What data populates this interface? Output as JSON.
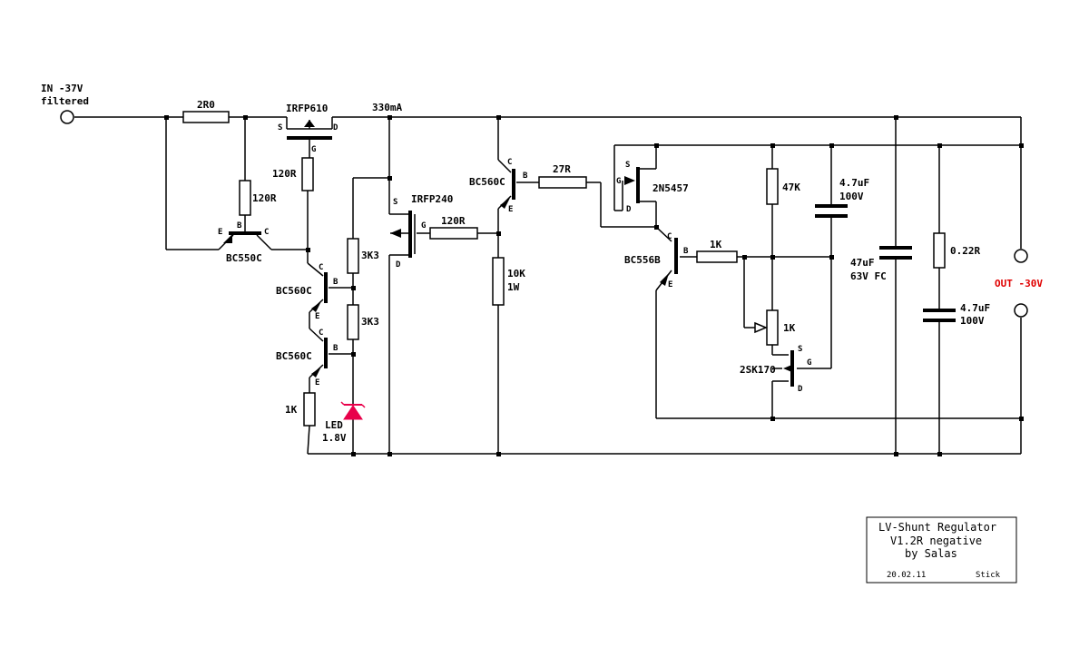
{
  "input": {
    "line1": "IN -37V",
    "line2": "filtered"
  },
  "output": {
    "label": "OUT -30V",
    "color": "#e00000"
  },
  "current_label": "330mA",
  "led": {
    "name": "LED",
    "voltage": "1.8V",
    "color": "#e8004a"
  },
  "resistors": {
    "r_2r0": "2R0",
    "r_120r_a": "120R",
    "r_120r_b": "120R",
    "r_120r_c": "120R",
    "r_3k3_a": "3K3",
    "r_3k3_b": "3K3",
    "r_1k_a": "1K",
    "r_10k": "10K",
    "r_10k_w": "1W",
    "r_27r": "27R",
    "r_1k_b": "1K",
    "r_47k": "47K",
    "r_1k_pot": "1K",
    "r_0r22": "0.22R"
  },
  "capacitors": {
    "c1_val": "4.7uF",
    "c1_v": "100V",
    "c2_val": "47uF",
    "c2_v": "63V FC",
    "c3_val": "4.7uF",
    "c3_v": "100V"
  },
  "transistors": {
    "irfp610": "IRFP610",
    "bc550c": "BC550C",
    "bc560c_a": "BC560C",
    "bc560c_b": "BC560C",
    "irfp240": "IRFP240",
    "bc560c_c": "BC560C",
    "n2n5457": "2N5457",
    "bc556b": "BC556B",
    "n2sk170": "2SK170"
  },
  "pins": {
    "s": "S",
    "d": "D",
    "g": "G",
    "b": "B",
    "c": "C",
    "e": "E"
  },
  "title_block": {
    "line1": "LV-Shunt Regulator",
    "line2": "V1.2R negative",
    "line3": "by  Salas",
    "date": "20.02.11",
    "author": "Stick"
  }
}
